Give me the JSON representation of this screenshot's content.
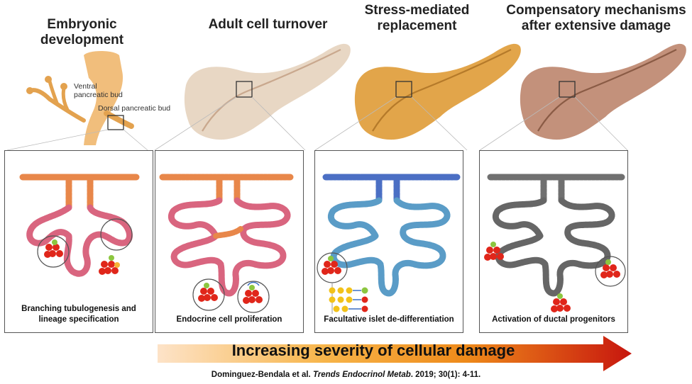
{
  "stages": [
    {
      "title_lines": [
        "Embryonic development"
      ],
      "caption_lines": [
        "Branching tubulogenesis and",
        "lineage specification"
      ]
    },
    {
      "title_lines": [
        "Adult cell turnover"
      ],
      "caption_lines": [
        "Endocrine cell proliferation"
      ]
    },
    {
      "title_lines": [
        "Stress-mediated",
        "replacement"
      ],
      "caption_lines": [
        "Facultative islet de-differentiation"
      ]
    },
    {
      "title_lines": [
        "Compensatory mechanisms",
        "after extensive damage"
      ],
      "caption_lines": [
        "Activation of ductal progenitors"
      ]
    }
  ],
  "bud_labels": {
    "ventral": [
      "Ventral",
      "pancreatic bud"
    ],
    "dorsal": "Dorsal pancreatic bud"
  },
  "banner": {
    "text": "Increasing severity of cellular damage"
  },
  "citation": {
    "authors": "Dominguez-Bendala et al. ",
    "journal": "Trends Endocrinol Metab",
    "details": ". 2019; 30(1): 4-11."
  },
  "colors": {
    "duct_orange": "#e8874a",
    "tubule_pink": "#d9657f",
    "duct_blue": "#4b6fc4",
    "tubule_blue": "#5a9cc7",
    "duct_gray": "#707070",
    "tubule_gray": "#666666",
    "islet_red": "#e0261a",
    "islet_green": "#8cc63f",
    "pancreas_stage2": "#e8d7c4",
    "pancreas_stage3": "#e2a54a",
    "pancreas_stage4": "#c3917b",
    "embryo_gut": "#efb365"
  }
}
